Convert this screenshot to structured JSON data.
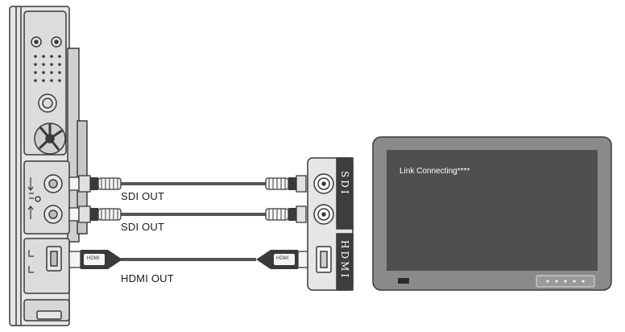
{
  "labels": {
    "sdi_out_1": "SDI OUT",
    "sdi_out_2": "SDI OUT",
    "hdmi_out": "HDMI OUT"
  },
  "receiver": {
    "sdi_tab": "SDI",
    "hdmi_tab": "HDMI"
  },
  "monitor": {
    "status_text": "Link Connecting****"
  },
  "connector_marks": {
    "hdmi_left": "HDMI",
    "hdmi_right": "HDMI"
  },
  "colors": {
    "outline": "#3a3a3a",
    "device_fill": "#e6e6e6",
    "monitor_bezel": "#8a8a8a",
    "monitor_screen": "#4f4f4f",
    "tab_fill": "#3d3d3d"
  }
}
